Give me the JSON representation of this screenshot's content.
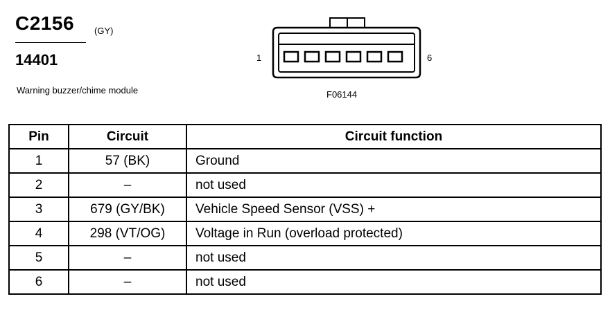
{
  "header": {
    "connector_id": "C2156",
    "color_code": "(GY)",
    "part_number": "14401",
    "description": "Warning buzzer/chime module"
  },
  "diagram": {
    "left_pin_label": "1",
    "right_pin_label": "6",
    "figure_label": "F06144"
  },
  "table": {
    "headers": [
      "Pin",
      "Circuit",
      "Circuit function"
    ],
    "rows": [
      {
        "pin": "1",
        "circuit": "57 (BK)",
        "function": "Ground"
      },
      {
        "pin": "2",
        "circuit": "–",
        "function": "not used"
      },
      {
        "pin": "3",
        "circuit": "679 (GY/BK)",
        "function": "Vehicle Speed Sensor (VSS) +"
      },
      {
        "pin": "4",
        "circuit": "298 (VT/OG)",
        "function": "Voltage in Run (overload protected)"
      },
      {
        "pin": "5",
        "circuit": "–",
        "function": "not used"
      },
      {
        "pin": "6",
        "circuit": "–",
        "function": "not used"
      }
    ]
  }
}
